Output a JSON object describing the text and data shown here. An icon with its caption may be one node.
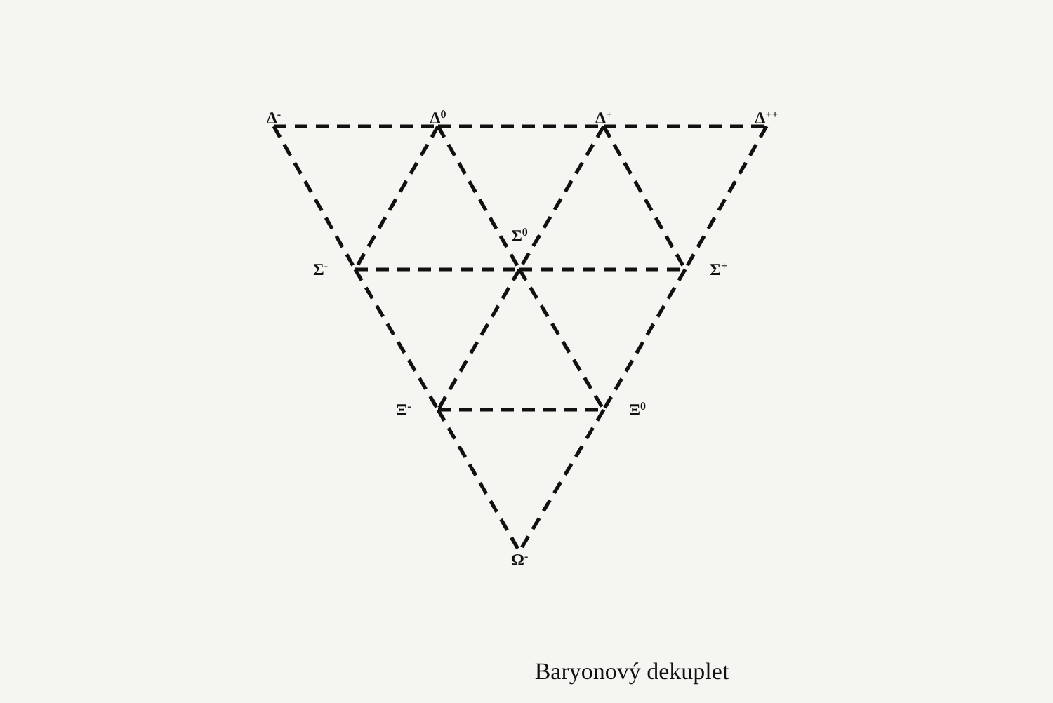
{
  "diagram": {
    "caption": "Baryonový dekuplet",
    "nodes": [
      {
        "text": [
          "Δ$^{-}$"
        ]
      },
      {
        "text": [
          "Δ$^{0}$"
        ]
      },
      {
        "text": [
          "Δ$^{+}$"
        ]
      },
      {
        "text": [
          "Δ$^{++}$"
        ]
      },
      {
        "text": [
          "Σ$^{-}$"
        ]
      },
      {
        "text": [
          "Σ$^{0}$"
        ]
      },
      {
        "text": [
          "Σ$^{+}$"
        ]
      },
      {
        "text": [
          "Ξ$^{-}$"
        ]
      },
      {
        "text": [
          "Ξ$^{0}$"
        ]
      },
      {
        "text": [
          "Ω$^{-}$"
        ]
      }
    ],
    "edges": [
      {
        "from": 0,
        "to": 1,
        "arrow": "none"
      },
      {
        "from": 1,
        "to": 2,
        "arrow": "none"
      },
      {
        "from": 2,
        "to": 3,
        "arrow": "none"
      },
      {
        "from": 4,
        "to": 5,
        "arrow": "none"
      },
      {
        "from": 5,
        "to": 6,
        "arrow": "none"
      },
      {
        "from": 7,
        "to": 8,
        "arrow": "none"
      },
      {
        "from": 0,
        "to": 4,
        "arrow": "none"
      },
      {
        "from": 4,
        "to": 7,
        "arrow": "none"
      },
      {
        "from": 7,
        "to": 9,
        "arrow": "none"
      },
      {
        "from": 1,
        "to": 5,
        "arrow": "none"
      },
      {
        "from": 5,
        "to": 8,
        "arrow": "none"
      },
      {
        "from": 2,
        "to": 6,
        "arrow": "none"
      },
      {
        "from": 3,
        "to": 6,
        "arrow": "none"
      },
      {
        "from": 6,
        "to": 8,
        "arrow": "none"
      },
      {
        "from": 8,
        "to": 9,
        "arrow": "none"
      },
      {
        "from": 2,
        "to": 5,
        "arrow": "none"
      },
      {
        "from": 5,
        "to": 7,
        "arrow": "none"
      },
      {
        "from": 1,
        "to": 4,
        "arrow": "none"
      }
    ]
  }
}
